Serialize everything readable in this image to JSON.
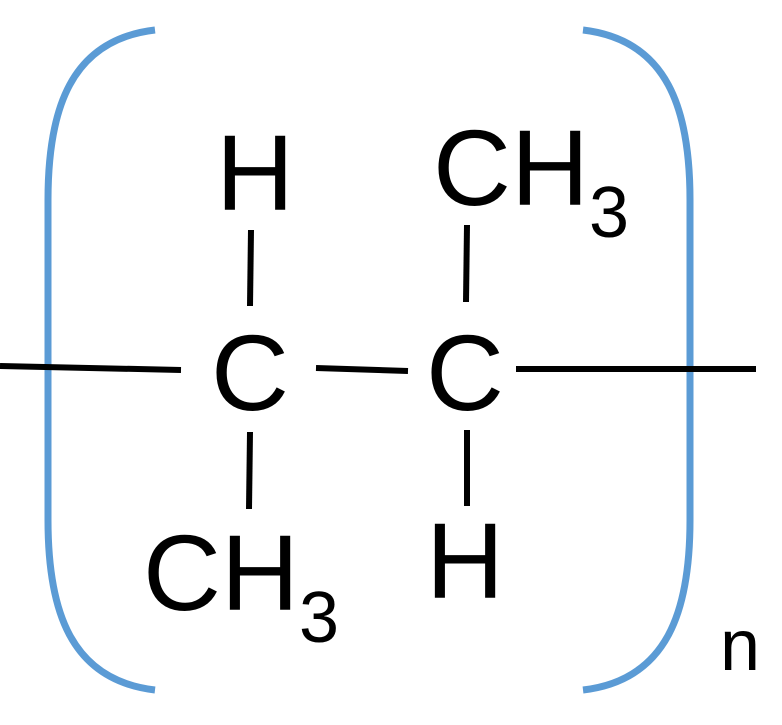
{
  "diagram": {
    "bracket_color": "#5b9bd5",
    "atoms": {
      "c1": "C",
      "c2": "C",
      "h_top": "H",
      "h_bottom": "H",
      "ch3_top": {
        "main": "CH",
        "sub": "3"
      },
      "ch3_bottom": {
        "main": "CH",
        "sub": "3"
      }
    },
    "repeat_subscript": "n"
  }
}
